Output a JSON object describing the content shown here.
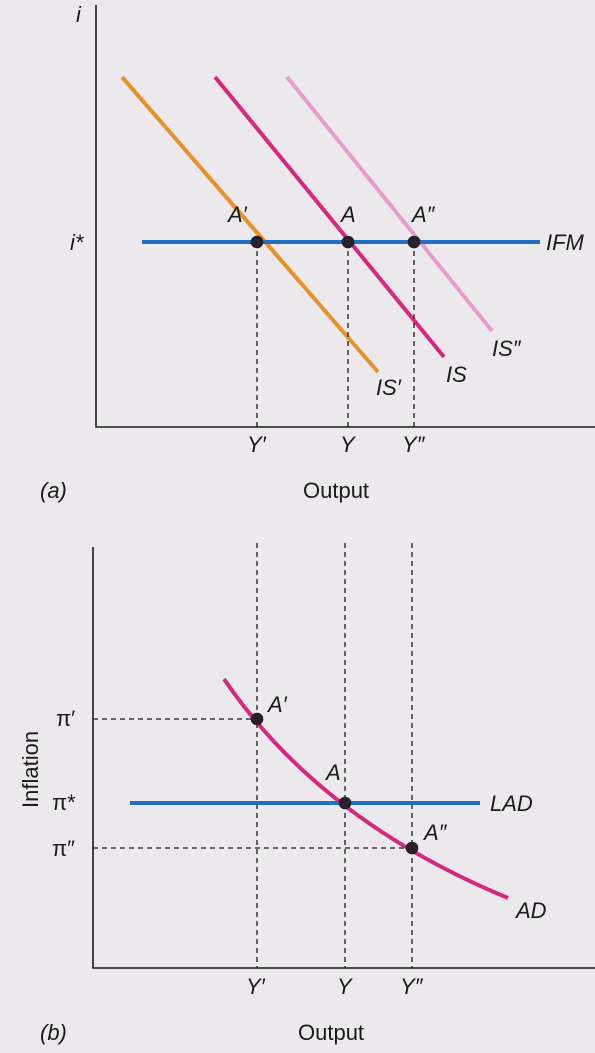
{
  "colors": {
    "background": "#ece9ec",
    "ifm_lad": "#1f6fc4",
    "is_prime": "#e8902a",
    "is": "#d6287f",
    "is_double_prime": "#e79cc9",
    "ad": "#d6287f"
  },
  "panel_a": {
    "label": "(a)",
    "y_axis_label": "i",
    "x_axis_label": "Output",
    "rate_label": "i*",
    "ifm_label": "IFM",
    "curves": [
      "IS′",
      "IS",
      "IS″"
    ],
    "points": [
      "A′",
      "A",
      "A″"
    ],
    "x_ticks": [
      "Y′",
      "Y",
      "Y″"
    ]
  },
  "panel_b": {
    "label": "(b)",
    "y_axis_label": "Inflation",
    "x_axis_label": "Output",
    "lad_label": "LAD",
    "ad_label": "AD",
    "points": [
      "A′",
      "A",
      "A″"
    ],
    "y_ticks": [
      "π′",
      "π*",
      "π″"
    ],
    "x_ticks": [
      "Y′",
      "Y",
      "Y″"
    ]
  }
}
